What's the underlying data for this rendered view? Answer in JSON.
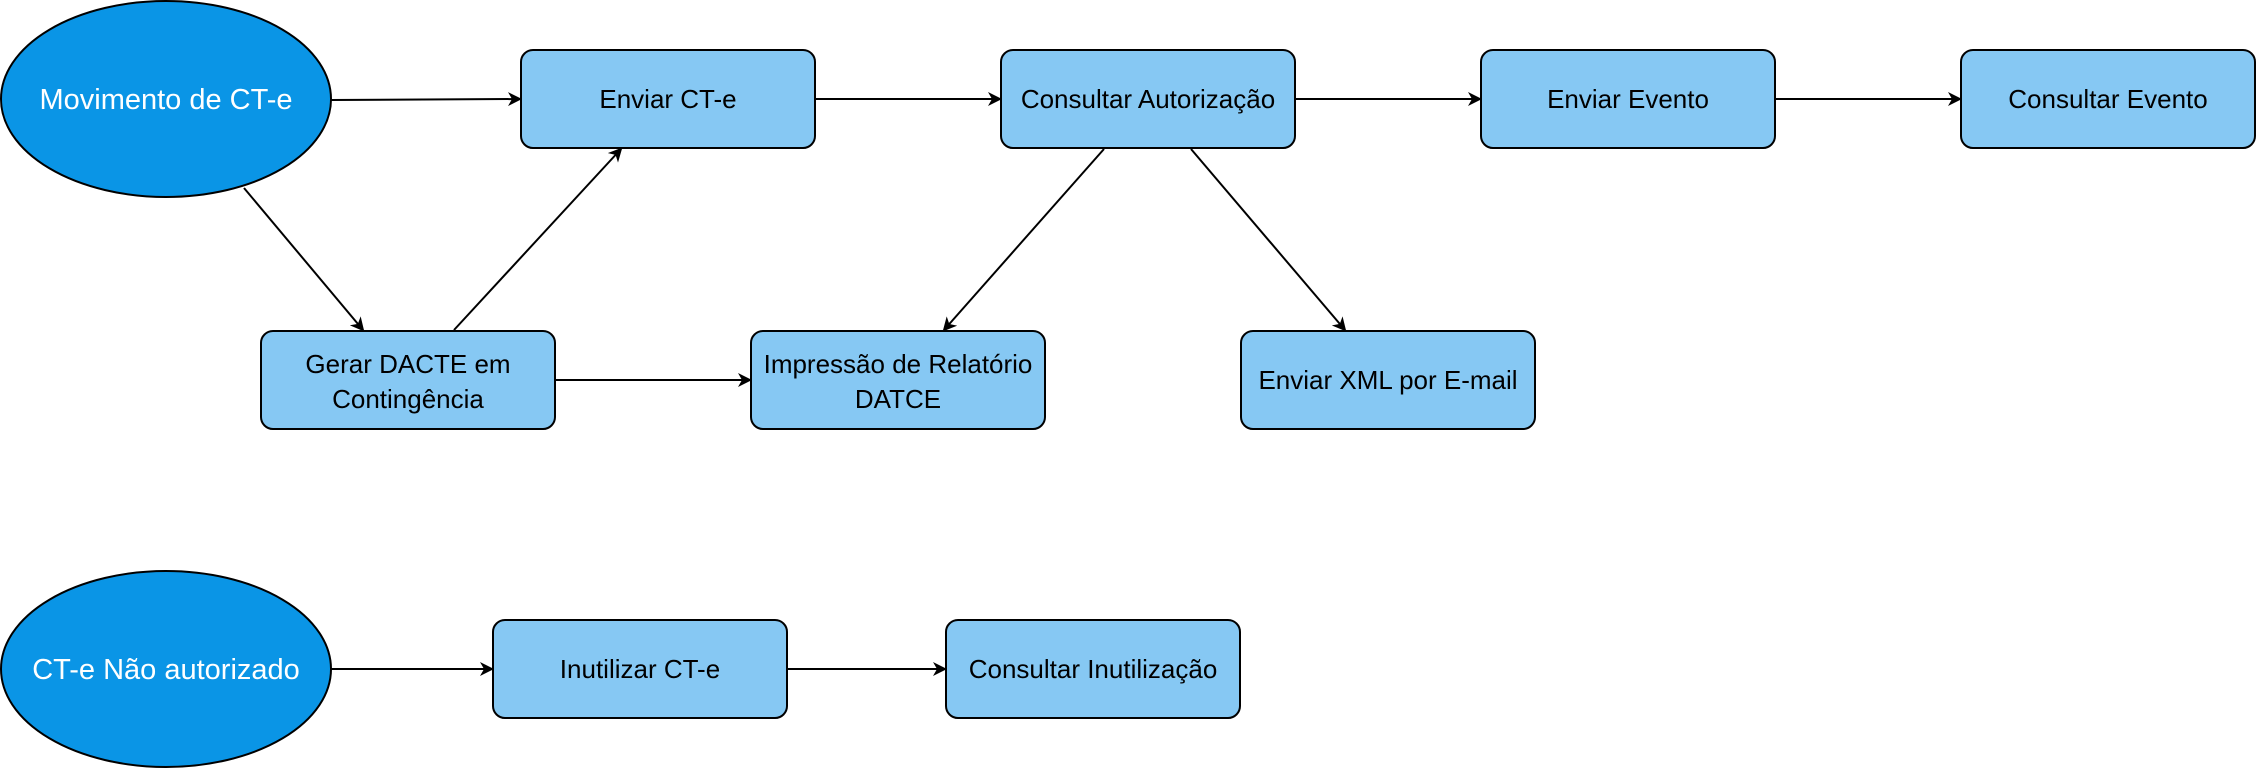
{
  "colors": {
    "start_fill": "#0a95e6",
    "node_fill": "#86c8f3",
    "stroke": "#000000",
    "start_text": "#ffffff"
  },
  "nodes": {
    "movimento": {
      "label": "Movimento de CT-e"
    },
    "nao_autorizado": {
      "label": "CT-e Não autorizado"
    },
    "enviar_cte": {
      "label": "Enviar CT-e"
    },
    "consultar_autorizacao": {
      "label": "Consultar Autorização"
    },
    "enviar_evento": {
      "label": "Enviar Evento"
    },
    "consultar_evento": {
      "label": "Consultar Evento"
    },
    "gerar_dacte": {
      "line1": "Gerar DACTE em",
      "line2": "Contingência"
    },
    "impressao": {
      "line1": "Impressão de Relatório",
      "line2": "DATCE"
    },
    "enviar_xml": {
      "label": "Enviar XML por E-mail"
    },
    "inutilizar": {
      "label": "Inutilizar CT-e"
    },
    "consultar_inutilizacao": {
      "label": "Consultar Inutilização"
    }
  },
  "edges": [
    {
      "from": "movimento",
      "to": "enviar_cte"
    },
    {
      "from": "movimento",
      "to": "gerar_dacte"
    },
    {
      "from": "gerar_dacte",
      "to": "enviar_cte"
    },
    {
      "from": "gerar_dacte",
      "to": "impressao"
    },
    {
      "from": "enviar_cte",
      "to": "consultar_autorizacao"
    },
    {
      "from": "consultar_autorizacao",
      "to": "enviar_evento"
    },
    {
      "from": "enviar_evento",
      "to": "consultar_evento"
    },
    {
      "from": "consultar_autorizacao",
      "to": "impressao"
    },
    {
      "from": "consultar_autorizacao",
      "to": "enviar_xml"
    },
    {
      "from": "nao_autorizado",
      "to": "inutilizar"
    },
    {
      "from": "inutilizar",
      "to": "consultar_inutilizacao"
    }
  ]
}
